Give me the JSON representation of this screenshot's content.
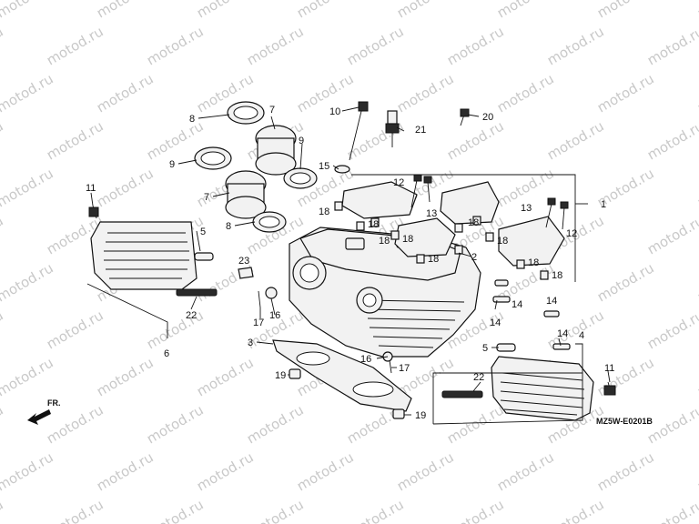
{
  "watermark": "motod.ru",
  "diagram_code": "MZ5W-E0201B",
  "direction_label": "FR.",
  "callouts": {
    "c1": "1",
    "c2": "2",
    "c3": "3",
    "c4": "4",
    "c5a": "5",
    "c5b": "5",
    "c6": "6",
    "c7a": "7",
    "c7b": "7",
    "c8a": "8",
    "c8b": "8",
    "c9a": "9",
    "c9b": "9",
    "c10": "10",
    "c11a": "11",
    "c11b": "11",
    "c12a": "12",
    "c12b": "12",
    "c13a": "13",
    "c13b": "13",
    "c14a": "14",
    "c14b": "14",
    "c14c": "14",
    "c14d": "14",
    "c15": "15",
    "c16a": "16",
    "c16b": "16",
    "c17a": "17",
    "c17b": "17",
    "c18a": "18",
    "c18b": "18",
    "c18c": "18",
    "c18d": "18",
    "c18e": "18",
    "c18f": "18",
    "c18g": "18",
    "c18h": "18",
    "c18i": "18",
    "c19a": "19",
    "c19b": "19",
    "c20": "20",
    "c21": "21",
    "c22a": "22",
    "c22b": "22",
    "c23": "23"
  }
}
